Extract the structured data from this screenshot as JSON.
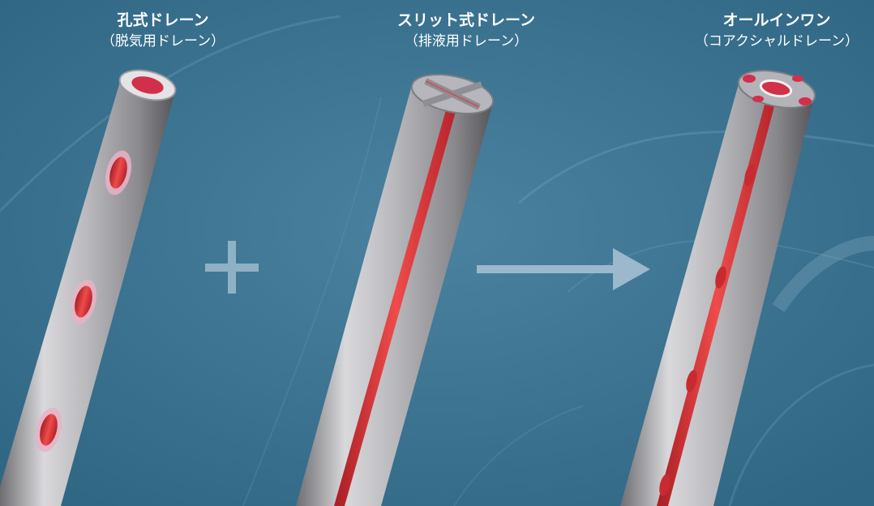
{
  "drains": [
    {
      "title": "孔式ドレーン",
      "subtitle": "（脱気用ドレーン）",
      "icon": "tube-with-holes"
    },
    {
      "title": "スリット式ドレーン",
      "subtitle": "（排液用ドレーン）",
      "icon": "tube-with-slit"
    },
    {
      "title": "オールインワン",
      "subtitle": "（コアクシャルドレーン）",
      "icon": "coaxial-tube"
    }
  ],
  "operators": {
    "plus": "plus-icon",
    "arrow": "arrow-right-icon"
  },
  "colors": {
    "background": "#3f7591",
    "tube_gray": "#b0b0b4",
    "accent_red": "#e23a3a",
    "text": "#ffffff"
  }
}
